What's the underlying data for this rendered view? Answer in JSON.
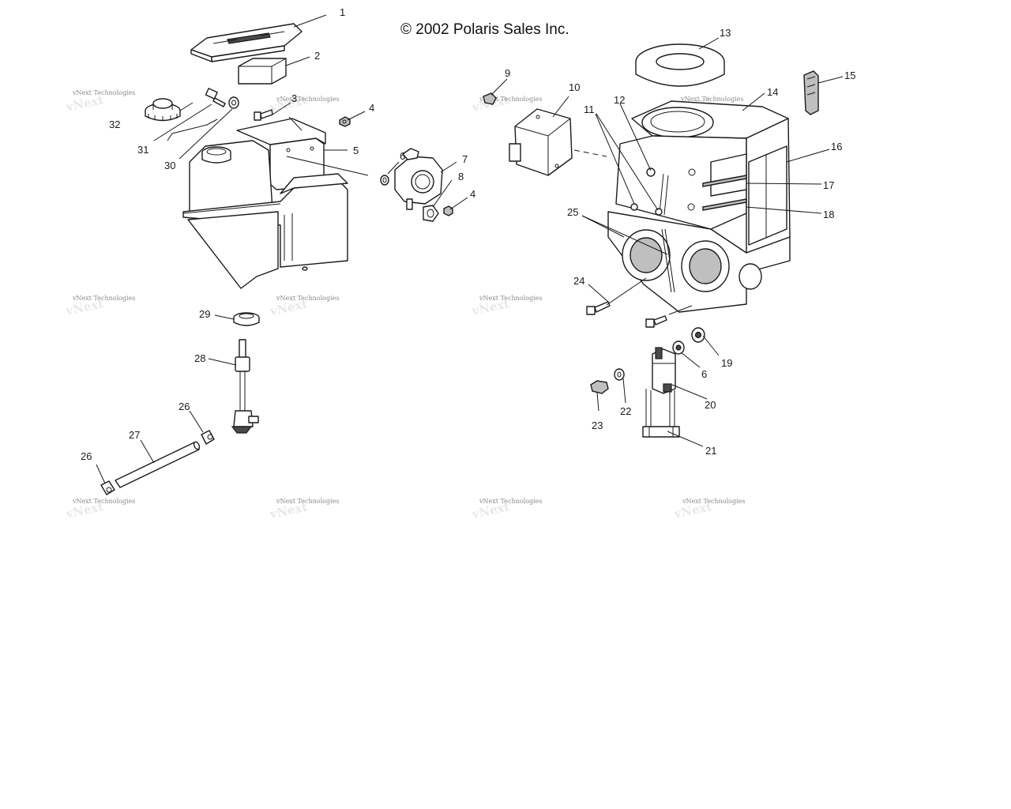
{
  "copyright": "© 2002 Polaris Sales Inc.",
  "watermark": "vNext Technologies",
  "callouts": {
    "c1": "1",
    "c2": "2",
    "c3": "3",
    "c4a": "4",
    "c4b": "4",
    "c5": "5",
    "c6a": "6",
    "c6b": "6",
    "c7": "7",
    "c8": "8",
    "c9": "9",
    "c10": "10",
    "c11": "11",
    "c12": "12",
    "c13": "13",
    "c14": "14",
    "c15": "15",
    "c16": "16",
    "c17": "17",
    "c18": "18",
    "c19": "19",
    "c20": "20",
    "c21": "21",
    "c22": "22",
    "c23": "23",
    "c24": "24",
    "c25": "25",
    "c26a": "26",
    "c26b": "26",
    "c27": "27",
    "c28": "28",
    "c29": "29",
    "c30": "30",
    "c31": "31",
    "c32": "32"
  }
}
